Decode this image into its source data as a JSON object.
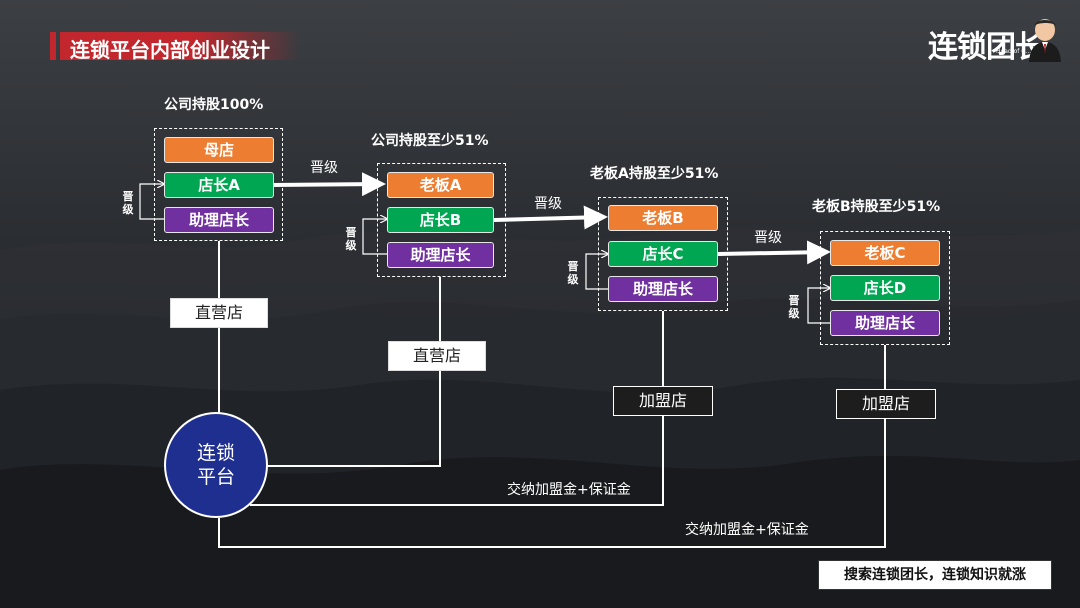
{
  "header": {
    "title": "连锁平台内部创业设计",
    "brand": "连锁团长",
    "brand_sub": "Head of C..."
  },
  "colors": {
    "accent_red": "#c1272d",
    "owner_orange": "#ed7d31",
    "manager_green": "#00a651",
    "assistant_purple": "#7030a0",
    "platform_blue": "#1f2f8f"
  },
  "groups": [
    {
      "heading": "公司持股100%",
      "top": "母店",
      "middle": "店长A",
      "bottom": "助理店长",
      "promo": "晋级",
      "store_type": "直营店"
    },
    {
      "heading": "公司持股至少51%",
      "top": "老板A",
      "middle": "店长B",
      "bottom": "助理店长",
      "promo": "晋级",
      "store_type": "直营店"
    },
    {
      "heading": "老板A持股至少51%",
      "top": "老板B",
      "middle": "店长C",
      "bottom": "助理店长",
      "promo": "晋级",
      "store_type": "加盟店"
    },
    {
      "heading": "老板B持股至少51%",
      "top": "老板C",
      "middle": "店长D",
      "bottom": "助理店长",
      "promo": "晋级",
      "store_type": "加盟店"
    }
  ],
  "promotions": [
    "晋级",
    "晋级",
    "晋级"
  ],
  "platform": {
    "label": "连锁平台"
  },
  "fees": [
    "交纳加盟金+保证金",
    "交纳加盟金+保证金"
  ],
  "slogan": "搜索连锁团长，连锁知识就涨"
}
